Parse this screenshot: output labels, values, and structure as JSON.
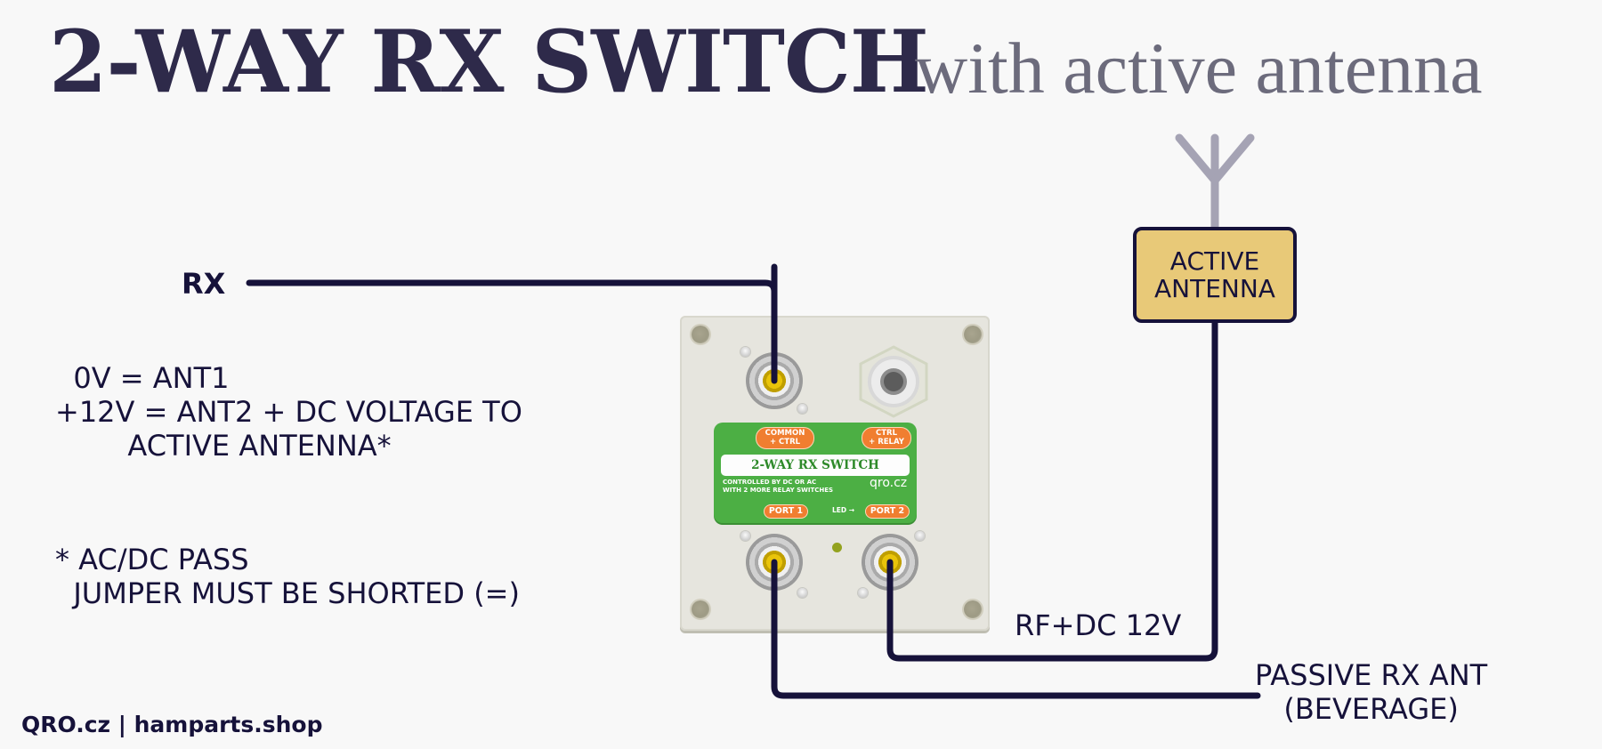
{
  "header": {
    "title": "2-WAY RX SWITCH",
    "subtitle": "with active antenna"
  },
  "labels": {
    "rx": "RX",
    "rf_dc": "RF+DC 12V",
    "passive_antenna": [
      "PASSIVE RX ANT",
      "(BEVERAGE)"
    ],
    "active_antenna": [
      "ACTIVE",
      "ANTENNA"
    ]
  },
  "notes": {
    "control_lines": [
      "  0V = ANT1",
      "+12V = ANT2 + DC VOLTAGE TO",
      "        ACTIVE ANTENNA*"
    ],
    "footnote_lines": [
      "* AC/DC PASS",
      "  JUMPER MUST BE SHORTED (=)"
    ]
  },
  "device_label": {
    "common_ctrl": [
      "COMMON",
      "+ CTRL"
    ],
    "ctrl_relay": [
      "CTRL",
      "+ RELAY"
    ],
    "title": "2-WAY RX SWITCH",
    "description": [
      "CONTROLLED BY DC OR AC",
      "WITH 2 MORE RELAY SWITCHES"
    ],
    "brand": "qro.cz",
    "port1": "PORT 1",
    "port2": "PORT 2",
    "led": "LED →"
  },
  "footer": {
    "text": "QRO.cz | hamparts.shop"
  },
  "colors": {
    "wire": "#16123a",
    "title": "#2e2a4a",
    "subtitle": "#6c6b7c",
    "antenna_box": "#e8c978",
    "antenna_symbol": "#a5a3b4",
    "label_green": "#4caf44",
    "pill_orange": "#f07e30",
    "enclosure": "#e6e5de"
  }
}
